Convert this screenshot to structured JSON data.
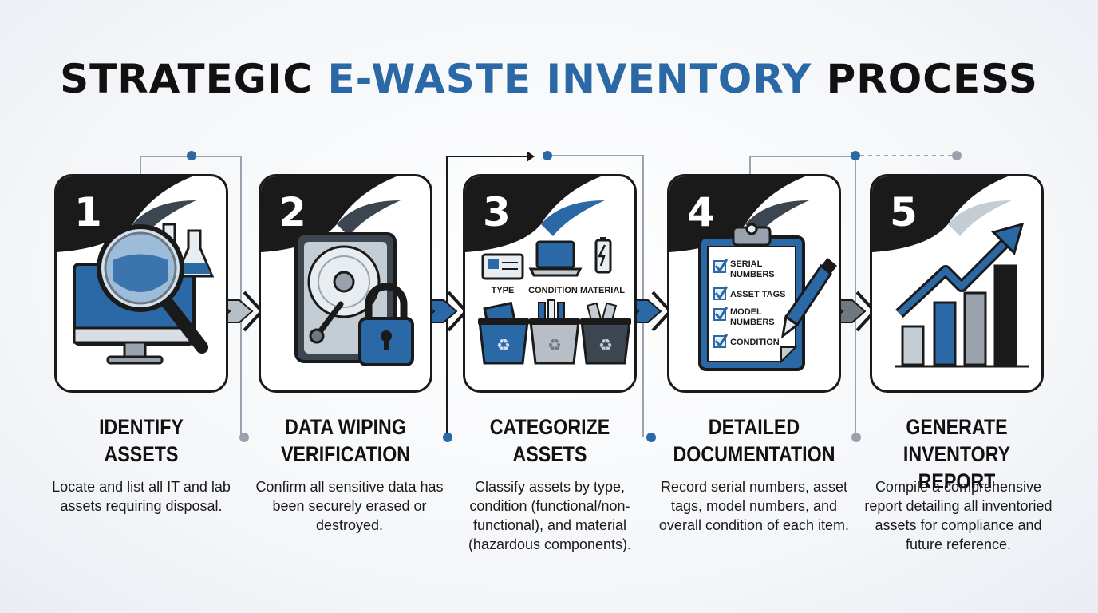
{
  "title": {
    "part1": "STRATEGIC ",
    "accent": "E-WASTE INVENTORY",
    "part2": " PROCESS"
  },
  "colors": {
    "accent": "#2b68a6",
    "dark": "#1a1a1a",
    "gray": "#9aa3ad"
  },
  "steps": [
    {
      "number": "1",
      "heading_line1": "IDENTIFY",
      "heading_line2": "ASSETS",
      "description": "Locate and list all IT and lab assets requiring disposal.",
      "icons": [
        "monitor-icon",
        "magnifying-glass-icon",
        "flask-icon"
      ]
    },
    {
      "number": "2",
      "heading_line1": "DATA WIPING",
      "heading_line2": "VERIFICATION",
      "description": "Confirm all sensitive data has been securely erased or destroyed.",
      "icons": [
        "hard-drive-icon",
        "padlock-icon"
      ]
    },
    {
      "number": "3",
      "heading_line1": "CATEGORIZE",
      "heading_line2": "ASSETS",
      "description": "Classify assets by type, condition (functional/non-functional), and material (hazardous components).",
      "labels": {
        "type": "TYPE",
        "condition": "CONDITION",
        "material": "MATERIAL"
      },
      "icons": [
        "id-card-icon",
        "laptop-icon",
        "battery-icon",
        "recycle-bin-icon"
      ]
    },
    {
      "number": "4",
      "heading_line1": "DETAILED",
      "heading_line2": "DOCUMENTATION",
      "description": "Record serial numbers, asset tags, model numbers, and overall condition of each item.",
      "checklist": {
        "item1_line1": "SERIAL",
        "item1_line2": "NUMBERS",
        "item2": "ASSET TAGS",
        "item3_line1": "MODEL",
        "item3_line2": "NUMBERS",
        "item4": "CONDITION"
      },
      "icons": [
        "clipboard-icon",
        "pen-icon",
        "checkbox-icon"
      ]
    },
    {
      "number": "5",
      "heading_line1": "GENERATE",
      "heading_line2": "INVENTORY REPORT",
      "description": "Compile a comprehensive report detailing all inventoried assets for compliance and future reference.",
      "icons": [
        "bar-chart-icon",
        "trend-arrow-icon"
      ]
    }
  ]
}
